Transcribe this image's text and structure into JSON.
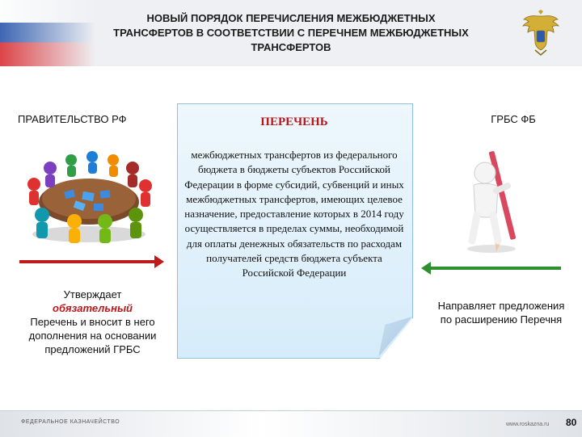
{
  "header": {
    "title": "НОВЫЙ ПОРЯДОК ПЕРЕЧИСЛЕНИЯ МЕЖБЮДЖЕТНЫХ ТРАНСФЕРТОВ В СООТВЕТСТВИИ С ПЕРЕЧНЕМ МЕЖБЮДЖЕТНЫХ ТРАНСФЕРТОВ",
    "emblem_icon": "double-headed-eagle-emblem"
  },
  "left": {
    "heading": "ПРАВИТЕЛЬСТВО РФ",
    "image_icon": "round-table-meeting-illustration",
    "text_before": "Утверждает",
    "text_emphasis": "обязательный",
    "text_after": "Перечень и вносит в него дополнения на основании предложений ГРБС",
    "arrow_color": "#c01b1b"
  },
  "center": {
    "title": "ПЕРЕЧЕНЬ",
    "body": "межбюджетных трансфертов из федерального бюджета в бюджеты субъектов Российской Федерации в форме субсидий, субвенций и иных межбюджетных трансфертов, имеющих целевое назначение, предоставление которых в 2014 году осуществляется в пределах суммы, необходимой для оплаты денежных обязательств по расходам получателей средств бюджета субъекта Российской Федерации"
  },
  "right": {
    "heading": "ГРБС ФБ",
    "image_icon": "person-with-pencil-illustration",
    "text": "Направляет предложения по расширению Перечня",
    "arrow_color": "#2f8f2f"
  },
  "footer": {
    "left_text": "ФЕДЕРАЛЬНОЕ КАЗНАЧЕЙСТВО",
    "url": "www.roskazna.ru",
    "page": "80"
  },
  "colors": {
    "accent_red": "#b8171b",
    "note_border": "#8cbfe0"
  }
}
